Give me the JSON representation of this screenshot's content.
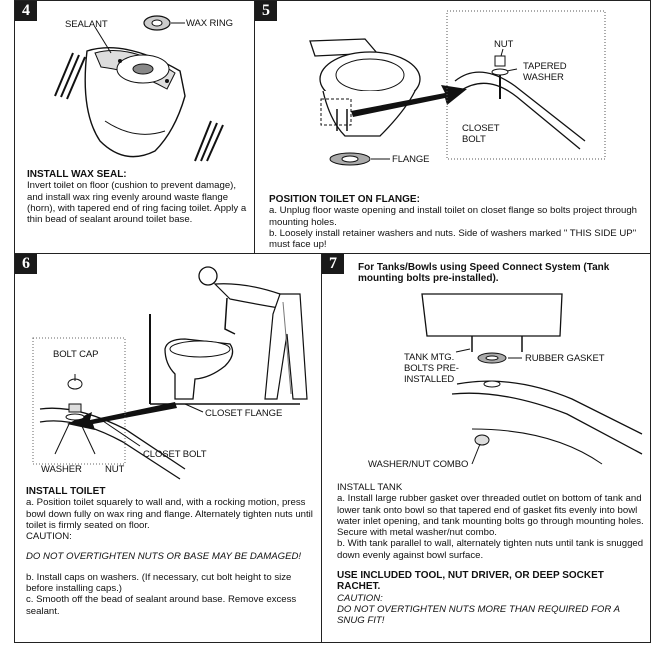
{
  "panel4": {
    "num": "4",
    "labels": {
      "sealant": "SEALANT",
      "wax_ring": "WAX RING"
    },
    "title": "INSTALL WAX SEAL:",
    "body": "Invert toilet on floor (cushion to prevent damage), and install wax ring evenly around waste flange (horn), with tapered end of ring facing toilet. Apply a thin bead of sealant around toilet base."
  },
  "panel5": {
    "num": "5",
    "labels": {
      "nut": "NUT",
      "tapered_washer": "TAPERED\nWASHER",
      "closet_bolt": "CLOSET\nBOLT",
      "flange": "FLANGE"
    },
    "title": "POSITION TOILET ON FLANGE:",
    "line_a": "a. Unplug floor waste opening and install toilet on closet flange so bolts project through mounting holes.",
    "line_b": "b. Loosely install retainer washers and nuts. Side of washers marked \" THIS SIDE UP\" must face up!"
  },
  "panel6": {
    "num": "6",
    "labels": {
      "bolt_cap": "BOLT CAP",
      "closet_flange": "CLOSET FLANGE",
      "closet_bolt": "CLOSET BOLT",
      "washer": "WASHER",
      "nut": "NUT"
    },
    "title": "INSTALL TOILET",
    "line_a": "a. Position toilet squarely to wall and, with a rocking motion, press bowl down fully on wax ring and flange. Alternately tighten nuts until toilet is firmly seated on floor.",
    "caution": "CAUTION:",
    "warning": "DO NOT OVERTIGHTEN NUTS OR BASE MAY BE DAMAGED!",
    "line_b": "b. Install caps on washers. (If necessary, cut bolt height to size before installing caps.)",
    "line_c": "c. Smooth off the bead of sealant around base. Remove excess sealant."
  },
  "panel7": {
    "num": "7",
    "heading": "For Tanks/Bowls using Speed Connect System (Tank mounting bolts pre-installed).",
    "labels": {
      "tank_bolts": "TANK MTG.\nBOLTS PRE-\nINSTALLED",
      "rubber_gasket": "RUBBER GASKET",
      "washer_nut": "WASHER/NUT COMBO"
    },
    "title": "INSTALL TANK",
    "line_a": "a. Install large rubber gasket over threaded outlet on bottom of tank and lower tank onto bowl so that tapered end of gasket fits evenly into bowl water inlet opening, and tank mounting bolts go through mounting holes. Secure with metal washer/nut combo.",
    "line_b": "b. With tank parallel to wall, alternately tighten nuts until tank is snugged down evenly against bowl surface.",
    "tool_note": "USE INCLUDED TOOL, NUT DRIVER, OR DEEP SOCKET RACHET.",
    "caution": "CAUTION:",
    "warning": "DO NOT OVERTIGHTEN NUTS MORE THAN REQUIRED FOR A SNUG FIT!"
  }
}
